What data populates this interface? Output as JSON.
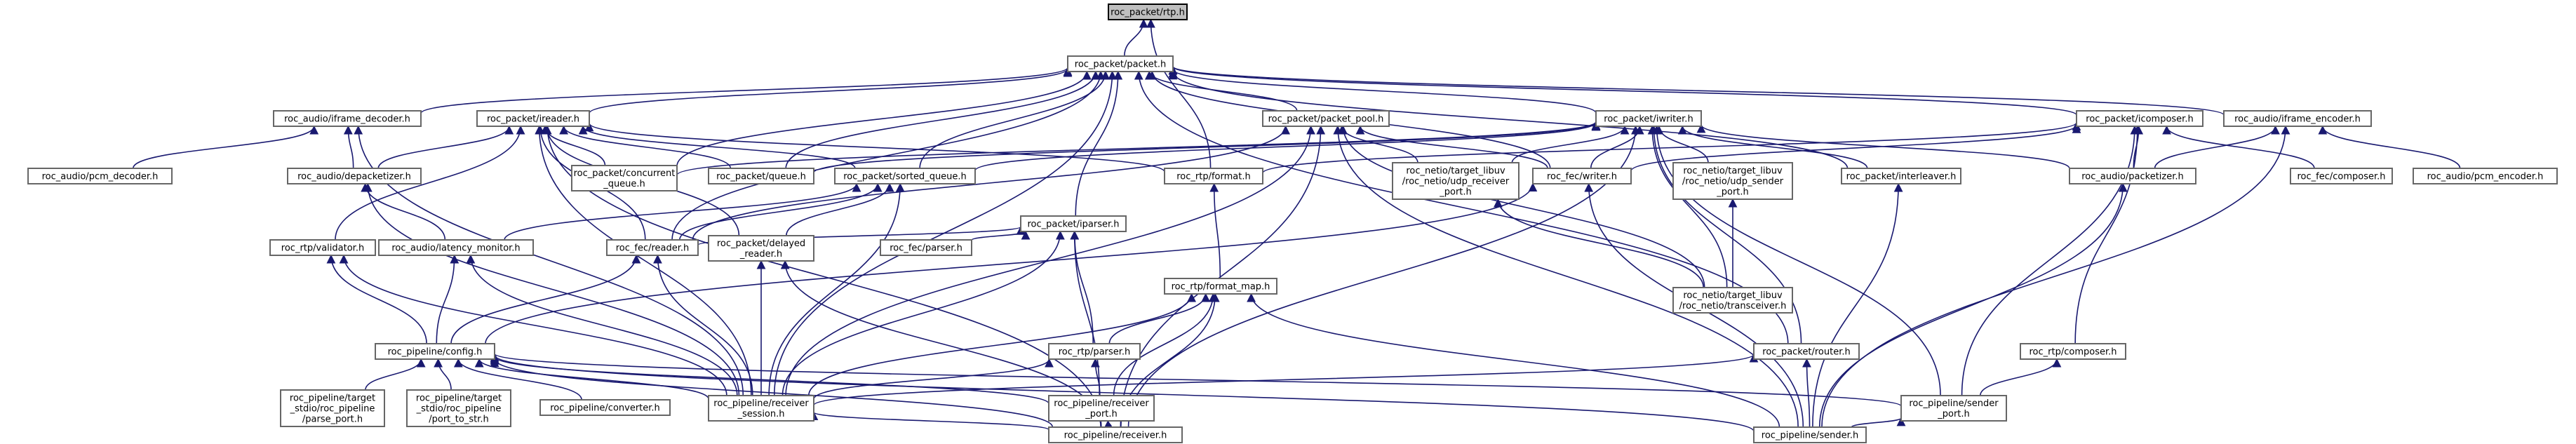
{
  "graph": {
    "root": "root",
    "nodes": [
      {
        "id": "root",
        "lines": [
          "roc_packet/rtp.h"
        ]
      },
      {
        "id": "packet",
        "lines": [
          "roc_packet/packet.h"
        ]
      },
      {
        "id": "frame_decoder",
        "lines": [
          "roc_audio/iframe_decoder.h"
        ]
      },
      {
        "id": "reader",
        "lines": [
          "roc_packet/ireader.h"
        ]
      },
      {
        "id": "packet_pool",
        "lines": [
          "roc_packet/packet_pool.h"
        ]
      },
      {
        "id": "iwriter",
        "lines": [
          "roc_packet/iwriter.h"
        ]
      },
      {
        "id": "icomposer",
        "lines": [
          "roc_packet/icomposer.h"
        ]
      },
      {
        "id": "frame_encoder",
        "lines": [
          "roc_audio/iframe_encoder.h"
        ]
      },
      {
        "id": "pcm_decoder",
        "lines": [
          "roc_audio/pcm_decoder.h"
        ]
      },
      {
        "id": "depacketizer",
        "lines": [
          "roc_audio/depacketizer.h"
        ]
      },
      {
        "id": "concurrent_queue",
        "lines": [
          "roc_packet/concurrent",
          "_queue.h"
        ]
      },
      {
        "id": "queue",
        "lines": [
          "roc_packet/queue.h"
        ]
      },
      {
        "id": "sorted_queue",
        "lines": [
          "roc_packet/sorted_queue.h"
        ]
      },
      {
        "id": "rtp_format",
        "lines": [
          "roc_rtp/format.h"
        ]
      },
      {
        "id": "udp_receiver",
        "lines": [
          "roc_netio/target_libuv",
          "/roc_netio/udp_receiver",
          "_port.h"
        ]
      },
      {
        "id": "fec_writer",
        "lines": [
          "roc_fec/writer.h"
        ]
      },
      {
        "id": "udp_sender",
        "lines": [
          "roc_netio/target_libuv",
          "/roc_netio/udp_sender",
          "_port.h"
        ]
      },
      {
        "id": "interleaver",
        "lines": [
          "roc_packet/interleaver.h"
        ]
      },
      {
        "id": "packetizer",
        "lines": [
          "roc_audio/packetizer.h"
        ]
      },
      {
        "id": "fec_composer",
        "lines": [
          "roc_fec/composer.h"
        ]
      },
      {
        "id": "pcm_encoder",
        "lines": [
          "roc_audio/pcm_encoder.h"
        ]
      },
      {
        "id": "iparser",
        "lines": [
          "roc_packet/iparser.h"
        ]
      },
      {
        "id": "rtp_validator",
        "lines": [
          "roc_rtp/validator.h"
        ]
      },
      {
        "id": "latency_monitor",
        "lines": [
          "roc_audio/latency_monitor.h"
        ]
      },
      {
        "id": "fec_reader",
        "lines": [
          "roc_fec/reader.h"
        ]
      },
      {
        "id": "delayed_reader",
        "lines": [
          "roc_packet/delayed",
          "_reader.h"
        ]
      },
      {
        "id": "fec_parser",
        "lines": [
          "roc_fec/parser.h"
        ]
      },
      {
        "id": "format_map",
        "lines": [
          "roc_rtp/format_map.h"
        ]
      },
      {
        "id": "transceiver",
        "lines": [
          "roc_netio/target_libuv",
          "/roc_netio/transceiver.h"
        ]
      },
      {
        "id": "config",
        "lines": [
          "roc_pipeline/config.h"
        ]
      },
      {
        "id": "rtp_parser",
        "lines": [
          "roc_rtp/parser.h"
        ]
      },
      {
        "id": "router",
        "lines": [
          "roc_packet/router.h"
        ]
      },
      {
        "id": "rtp_composer",
        "lines": [
          "roc_rtp/composer.h"
        ]
      },
      {
        "id": "parse_port",
        "lines": [
          "roc_pipeline/target",
          "_stdio/roc_pipeline",
          "/parse_port.h"
        ]
      },
      {
        "id": "port_to_str",
        "lines": [
          "roc_pipeline/target",
          "_stdio/roc_pipeline",
          "/port_to_str.h"
        ]
      },
      {
        "id": "converter",
        "lines": [
          "roc_pipeline/converter.h"
        ]
      },
      {
        "id": "receiver_session",
        "lines": [
          "roc_pipeline/receiver",
          "_session.h"
        ]
      },
      {
        "id": "receiver_port",
        "lines": [
          "roc_pipeline/receiver",
          "_port.h"
        ]
      },
      {
        "id": "sender_port",
        "lines": [
          "roc_pipeline/sender",
          "_port.h"
        ]
      },
      {
        "id": "receiver",
        "lines": [
          "roc_pipeline/receiver.h"
        ]
      },
      {
        "id": "sender",
        "lines": [
          "roc_pipeline/sender.h"
        ]
      }
    ],
    "edges": [
      [
        "packet",
        "root"
      ],
      [
        "rtp_format",
        "root"
      ],
      [
        "frame_decoder",
        "packet"
      ],
      [
        "reader",
        "packet"
      ],
      [
        "packet_pool",
        "packet"
      ],
      [
        "iwriter",
        "packet"
      ],
      [
        "icomposer",
        "packet"
      ],
      [
        "frame_encoder",
        "packet"
      ],
      [
        "concurrent_queue",
        "packet"
      ],
      [
        "queue",
        "packet"
      ],
      [
        "sorted_queue",
        "packet"
      ],
      [
        "iparser",
        "packet"
      ],
      [
        "fec_writer",
        "packet"
      ],
      [
        "interleaver",
        "packet"
      ],
      [
        "router",
        "packet"
      ],
      [
        "receiver_session",
        "packet"
      ],
      [
        "fec_reader",
        "packet"
      ],
      [
        "pcm_decoder",
        "frame_decoder"
      ],
      [
        "depacketizer",
        "frame_decoder"
      ],
      [
        "receiver_session",
        "frame_decoder"
      ],
      [
        "depacketizer",
        "reader"
      ],
      [
        "concurrent_queue",
        "reader"
      ],
      [
        "queue",
        "reader"
      ],
      [
        "sorted_queue",
        "reader"
      ],
      [
        "rtp_validator",
        "reader"
      ],
      [
        "fec_reader",
        "reader"
      ],
      [
        "delayed_reader",
        "reader"
      ],
      [
        "receiver",
        "reader"
      ],
      [
        "receiver_session",
        "reader"
      ],
      [
        "rtp_format",
        "reader"
      ],
      [
        "udp_receiver",
        "packet_pool"
      ],
      [
        "fec_writer",
        "packet_pool"
      ],
      [
        "receiver",
        "packet_pool"
      ],
      [
        "sender",
        "packet_pool"
      ],
      [
        "transceiver",
        "packet_pool"
      ],
      [
        "receiver_session",
        "packet_pool"
      ],
      [
        "fec_reader",
        "packet_pool"
      ],
      [
        "concurrent_queue",
        "iwriter"
      ],
      [
        "queue",
        "iwriter"
      ],
      [
        "sorted_queue",
        "iwriter"
      ],
      [
        "udp_receiver",
        "iwriter"
      ],
      [
        "fec_writer",
        "iwriter"
      ],
      [
        "udp_sender",
        "iwriter"
      ],
      [
        "interleaver",
        "iwriter"
      ],
      [
        "packetizer",
        "iwriter"
      ],
      [
        "router",
        "iwriter"
      ],
      [
        "transceiver",
        "iwriter"
      ],
      [
        "receiver",
        "iwriter"
      ],
      [
        "sender_port",
        "iwriter"
      ],
      [
        "fec_writer",
        "icomposer"
      ],
      [
        "packetizer",
        "icomposer"
      ],
      [
        "fec_composer",
        "icomposer"
      ],
      [
        "rtp_composer",
        "icomposer"
      ],
      [
        "sender_port",
        "icomposer"
      ],
      [
        "rtp_format",
        "icomposer"
      ],
      [
        "packetizer",
        "frame_encoder"
      ],
      [
        "pcm_encoder",
        "frame_encoder"
      ],
      [
        "sender",
        "frame_encoder"
      ],
      [
        "latency_monitor",
        "depacketizer"
      ],
      [
        "receiver_session",
        "depacketizer"
      ],
      [
        "latency_monitor",
        "sorted_queue"
      ],
      [
        "fec_reader",
        "sorted_queue"
      ],
      [
        "delayed_reader",
        "sorted_queue"
      ],
      [
        "receiver_session",
        "sorted_queue"
      ],
      [
        "fec_reader",
        "iparser"
      ],
      [
        "fec_parser",
        "iparser"
      ],
      [
        "rtp_parser",
        "iparser"
      ],
      [
        "receiver_session",
        "iparser"
      ],
      [
        "receiver_port",
        "iparser"
      ],
      [
        "format_map",
        "rtp_format"
      ],
      [
        "transceiver",
        "udp_receiver"
      ],
      [
        "transceiver",
        "udp_sender"
      ],
      [
        "config",
        "fec_writer"
      ],
      [
        "sender",
        "fec_writer"
      ],
      [
        "sender",
        "interleaver"
      ],
      [
        "sender",
        "packetizer"
      ],
      [
        "receiver",
        "delayed_reader"
      ],
      [
        "config",
        "rtp_validator"
      ],
      [
        "receiver_session",
        "rtp_validator"
      ],
      [
        "config",
        "latency_monitor"
      ],
      [
        "receiver_session",
        "latency_monitor"
      ],
      [
        "config",
        "fec_reader"
      ],
      [
        "receiver_session",
        "fec_reader"
      ],
      [
        "receiver_session",
        "delayed_reader"
      ],
      [
        "rtp_parser",
        "format_map"
      ],
      [
        "receiver_port",
        "format_map"
      ],
      [
        "receiver_session",
        "format_map"
      ],
      [
        "receiver",
        "format_map"
      ],
      [
        "sender",
        "format_map"
      ],
      [
        "parse_port",
        "config"
      ],
      [
        "port_to_str",
        "config"
      ],
      [
        "converter",
        "config"
      ],
      [
        "receiver_session",
        "config"
      ],
      [
        "receiver_port",
        "config"
      ],
      [
        "sender_port",
        "config"
      ],
      [
        "receiver",
        "config"
      ],
      [
        "sender",
        "config"
      ],
      [
        "receiver_session",
        "rtp_parser"
      ],
      [
        "receiver_port",
        "rtp_parser"
      ],
      [
        "receiver_session",
        "router"
      ],
      [
        "sender",
        "router"
      ],
      [
        "sender_port",
        "rtp_composer"
      ],
      [
        "receiver",
        "receiver_session"
      ],
      [
        "receiver",
        "receiver_port"
      ],
      [
        "sender",
        "sender_port"
      ]
    ]
  }
}
